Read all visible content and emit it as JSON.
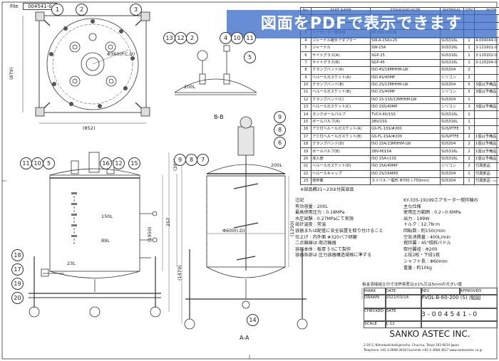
{
  "file_label": "File",
  "file_no": "004541-0",
  "banner": "図面をPDFで表示できます",
  "parts_table": {
    "headers": [
      "No.",
      "PART NAME",
      "STANDARD/SIZE",
      "MATERIAL",
      "QTY",
      "NOTE"
    ],
    "rows": [
      [
        "1",
        "",
        "",
        "",
        "",
        ""
      ],
      [
        "2",
        "",
        "",
        "",
        "",
        ""
      ],
      [
        "3",
        "エアモーター撹拌機",
        "KY-335-19199",
        "",
        "",
        ""
      ],
      [
        "4",
        "ジャーナル継手アダプター",
        "SW-A-15A×25",
        "SUS316L",
        "1",
        "4-004044-0"
      ],
      [
        "5",
        "ジャーナル",
        "SW-15A",
        "SUS316L",
        "1",
        "3-121601-0"
      ],
      [
        "6",
        "サイトグラス(A)",
        "SGP-25",
        "SUS316L",
        "1",
        "3-120202-0"
      ],
      [
        "7",
        "サイトグラス(B)",
        "SGP-45",
        "SUS316L",
        "1",
        "3-120204-0"
      ],
      [
        "8",
        "クランプバンド(A)",
        "ISO 4S/18MHHM-LW",
        "SUS304",
        "2",
        ""
      ],
      [
        "9",
        "ヘルールガスケット(A)",
        "ISO 4S/40MP",
        "シリコン",
        "2",
        ""
      ],
      [
        "10",
        "クランプバンド(B)",
        "ISO 2S/13MHHM-LW",
        "SUS304",
        "5",
        "3個は予備品"
      ],
      [
        "11",
        "ヘルールガスケット(B)",
        "ISO 2S/40MP",
        "シリコン",
        "5",
        "3個は予備品"
      ],
      [
        "12",
        "クランプバンド(C)",
        "ISO 1S-1SS/13MHHM-LW",
        "SUS304",
        "1",
        ""
      ],
      [
        "13",
        "ヘルールガスケット(C)",
        "ISO 1SS/40MP",
        "シリコン",
        "3",
        "3個は予備品"
      ],
      [
        "14",
        "タンクボールバルブ",
        "TVCX-40/1SS",
        "SUS316L",
        "1",
        ""
      ],
      [
        "15",
        "ボールバルブ(A)",
        "2BV/1SS",
        "SUS316L",
        "1",
        ""
      ],
      [
        "16",
        "アミ付ヘルールガスケット(A)",
        "GS-FL-1SS/#200",
        "SUS/PTFE",
        "3",
        ""
      ],
      [
        "17",
        "アミ付ヘルールガスケット(B)",
        "GS-FL-1SA/#200",
        "SUS/PTFE",
        "2",
        "1個は予備品"
      ],
      [
        "18",
        "クランプバンド(D)",
        "ISO 15A/13MHHM-LW",
        "SUS304",
        "2",
        "1個は予備品"
      ],
      [
        "19",
        "ボールバルブ(B)",
        "2BV-M/15A",
        "SUS316L",
        "2",
        "1個は予備品"
      ],
      [
        "20",
        "液入管",
        "ISO 15A×1SS",
        "SUS316L",
        "2",
        "1個は予備品"
      ],
      [
        "21",
        "ヘルールガスケット(D)",
        "ISO 15A/40MP",
        "シリコン",
        "2",
        "付属部品"
      ],
      [
        "22",
        "ヘルールキャップ",
        "ISO 2S/16AMD",
        "SUS304",
        "1",
        "付属部品"
      ],
      [
        "23",
        "撹拌翼",
        "スイベル 一般形 Φ700 (-750mm)",
        "SUS304",
        "1",
        "付属部品"
      ]
    ]
  },
  "parts_footnote": "※部品欄21~23は付属部品",
  "specs": [
    "注記",
    "有効容量 : 200L",
    "最高使用圧力 : 0.18MPa",
    "水圧試験 : 0.27MPaにて実施",
    "設計温度 : 常温",
    "容器または配管に安全装置を取り付けること",
    "仕上げ : 内外面 #320バフ研磨",
    "二点鎖線は  周辺機器",
    "容器本体  : 板厚 5 tにて製作",
    "容器各部は  圧力容器構造規格に準ずる"
  ],
  "mixer_specs": [
    "KY-335-19199エアモーター撹拌機の",
    "主な仕様",
    "使用圧力範囲 : 0.2~0.6MPa",
    "出力 : 199W",
    "トルク : 12.7N·m",
    "回転数 : 約150r/min",
    "空気消費量 : 400L/min",
    "撹拌翼 : 45°傾斜パドル",
    "  取付翼径 : Φ200",
    "  上段2枚・下段1枚",
    "  シャフト長 : Φ60mm",
    "重量 : 約10kg"
  ],
  "warning_note": "板金溶接組立の寸法許容差は±1%又は5mmの大きい値",
  "title_block": {
    "mark": "MARK",
    "date_h": "DATE",
    "rev": "REV",
    "approved": "APPROVED",
    "drawn": "DRAWN",
    "drawn_date": "2022/03/18",
    "checked": "CHECKED",
    "date_h2": "DATE",
    "scale_h": "SCALE",
    "scale": "1:12",
    "title": "PVOL-B-60-200 (S) /組図",
    "dwg_no": "3 - 0 0 4 5 4 1 - 0",
    "company": "SANKO ASTEC INC.",
    "address": "2-16-3, Nihonbashikakigaracho, Chuo-ku, Tokyo 103-0014 Japan",
    "contact": "Telephone +81-3-3668-3618  Facsimile +81-3-3668-3617  www.sankoastec.co.jp"
  },
  "view_labels": {
    "bb": "B-B",
    "aa": "A-A"
  },
  "dims": {
    "pcd": "Φ360(P.C.D)",
    "w852": "(852)",
    "h879": "(879)",
    "l200": "200L",
    "l200b": "200L",
    "h281": "(281)",
    "h1950": "(1950)",
    "h1479": "(1479)",
    "d600": "Φ600(I.D)",
    "h1250": "(1250)",
    "d150": "150L",
    "d89": "89L",
    "d23": "23L",
    "h257": "257"
  },
  "bubbles_plan": [
    "1",
    "2",
    "3"
  ],
  "bubbles_bb": [
    "13",
    "12",
    "2",
    "4",
    "10",
    "11",
    "5"
  ],
  "bubbles_side_top": [
    "11",
    "10",
    "5",
    "16",
    "12",
    "15"
  ],
  "bubbles_side_left": [
    "18",
    "17",
    "19",
    "20"
  ],
  "bubbles_aa_top": [
    "9",
    "8",
    "7"
  ],
  "bubbles_right": [
    "9",
    "8",
    "6"
  ],
  "bubbles_aa_bot": [
    "14"
  ]
}
